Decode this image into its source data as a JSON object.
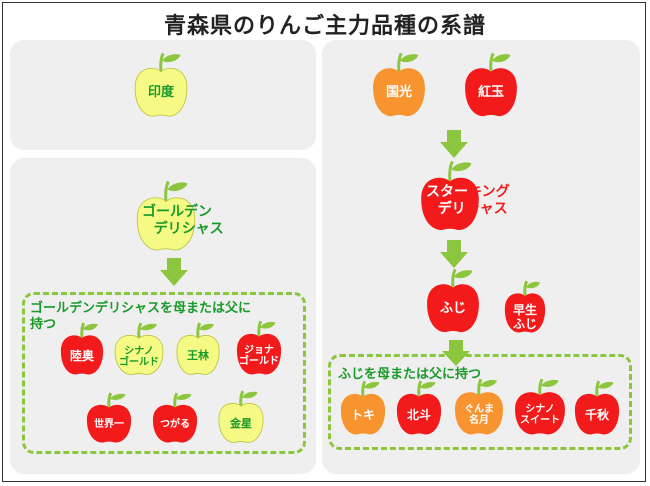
{
  "title": "青森県のりんご主力品種の系譜",
  "apples": {
    "indo": {
      "label": "印度",
      "color": "yellow"
    },
    "golden": {
      "label": "ゴールデン\nデリシャス",
      "color": "yellow"
    },
    "kokko": {
      "label": "国光",
      "color": "orange"
    },
    "kogyoku": {
      "label": "紅玉",
      "color": "red"
    },
    "starking": {
      "label": "スターキング\nデリシャス",
      "color": "red"
    },
    "fuji": {
      "label": "ふじ",
      "color": "red"
    },
    "hayafuji": {
      "label": "早生\nふじ",
      "color": "red"
    },
    "mutsu": {
      "label": "陸奥",
      "color": "red"
    },
    "shinano_gold": {
      "label": "シナノ\nゴールド",
      "color": "yellow"
    },
    "orin": {
      "label": "王林",
      "color": "yellow"
    },
    "jonagold": {
      "label": "ジョナ\nゴールド",
      "color": "red"
    },
    "sekaiichi": {
      "label": "世界一",
      "color": "red"
    },
    "tsugaru": {
      "label": "つがる",
      "color": "red"
    },
    "kinsei": {
      "label": "金星",
      "color": "yellow"
    },
    "toki": {
      "label": "トキ",
      "color": "orange"
    },
    "hokuto": {
      "label": "北斗",
      "color": "red"
    },
    "gunma_meigetsu": {
      "label": "ぐんま\n名月",
      "color": "orange"
    },
    "shinano_sweet": {
      "label": "シナノ\nスイート",
      "color": "red"
    },
    "senshu": {
      "label": "千秋",
      "color": "red"
    }
  },
  "groups": {
    "golden_children": "ゴールデンデリシャスを母または父に持つ",
    "fuji_children": "ふじを母または父に持つ"
  },
  "colors": {
    "red": "#f21a1a",
    "orange": "#f7942f",
    "yellow": "#f4fa84",
    "leaf": "#8cc63f",
    "arrow": "#8cc63f",
    "panel": "#efefef"
  }
}
